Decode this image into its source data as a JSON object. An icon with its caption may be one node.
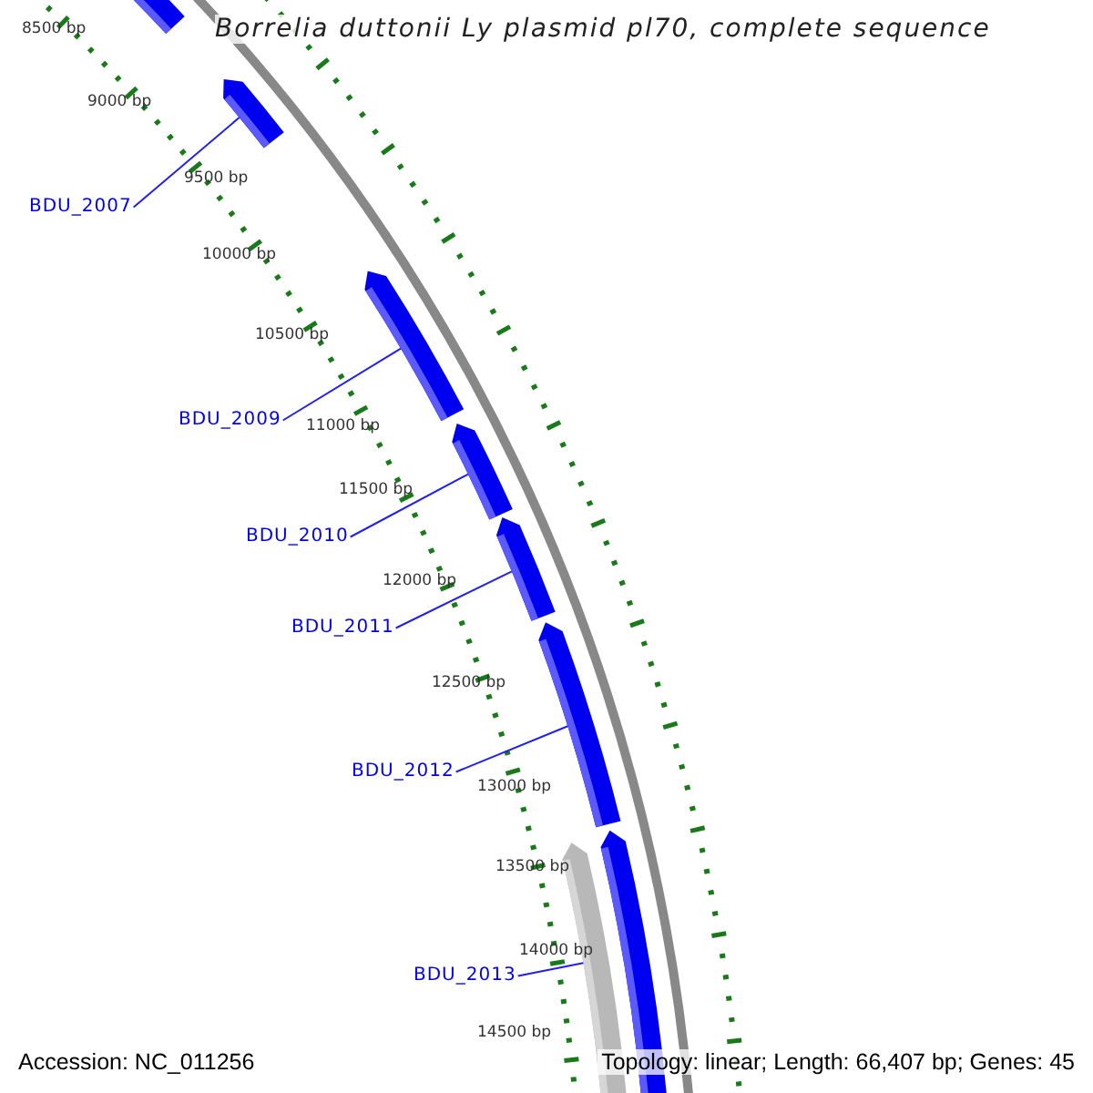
{
  "diagram": {
    "title": "Borrelia duttonii Ly plasmid pl70, complete sequence",
    "nodes": [
      {
        "text": [
          "BDU_2007"
        ]
      },
      {
        "text": [
          "BDU_2009"
        ]
      },
      {
        "text": [
          "BDU_2010"
        ]
      },
      {
        "text": [
          "BDU_2011"
        ]
      },
      {
        "text": [
          "BDU_2012"
        ]
      },
      {
        "text": [
          "BDU_2013"
        ]
      },
      {
        "text": [],
        "shape": "bar"
      },
      {
        "text": [],
        "shape": "bar"
      },
      {
        "text": [],
        "shape": "bar"
      },
      {
        "text": [],
        "shape": "bar"
      },
      {
        "text": [],
        "shape": "bar"
      },
      {
        "text": [],
        "shape": "bar"
      },
      {
        "text": [],
        "shape": "bar"
      },
      {
        "text": [],
        "shape": "bar"
      }
    ],
    "edges": [
      {
        "from": 0,
        "to": 7,
        "arrow": "none"
      },
      {
        "from": 1,
        "to": 8,
        "arrow": "none"
      },
      {
        "from": 2,
        "to": 9,
        "arrow": "none"
      },
      {
        "from": 3,
        "to": 10,
        "arrow": "none"
      },
      {
        "from": 4,
        "to": 11,
        "arrow": "none"
      },
      {
        "from": 5,
        "to": 13,
        "arrow": "none"
      }
    ],
    "labels": [
      "8500 bp",
      "9000 bp",
      "9500 bp",
      "10000 bp",
      "10500 bp",
      "11000 bp",
      "11500 bp",
      "12000 bp",
      "12500 bp",
      "13000 bp",
      "13500 bp",
      "14000 bp",
      "14500 bp",
      "Accession: NC_011256",
      "Topology: linear; Length: 66,407 bp; Genes: 45"
    ]
  }
}
